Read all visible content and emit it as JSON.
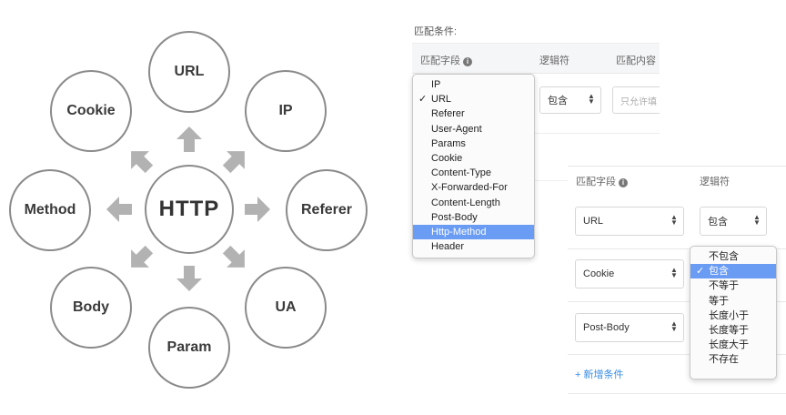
{
  "diagram": {
    "center": "HTTP",
    "nodes": [
      "URL",
      "IP",
      "Referer",
      "UA",
      "Param",
      "Body",
      "Method",
      "Cookie"
    ]
  },
  "form": {
    "title": "匹配条件:",
    "header": {
      "field": "匹配字段",
      "operator": "逻辑符",
      "content": "匹配内容"
    },
    "info_icon": "info-icon",
    "row1": {
      "operator_value": "包含",
      "content_placeholder": "只允许填"
    },
    "field_options": [
      "IP",
      "URL",
      "Referer",
      "User-Agent",
      "Params",
      "Cookie",
      "Content-Type",
      "X-Forwarded-For",
      "Content-Length",
      "Post-Body",
      "Http-Method",
      "Header"
    ],
    "field_checked": "URL",
    "field_highlighted": "Http-Method"
  },
  "form2": {
    "header": {
      "field": "匹配字段",
      "operator": "逻辑符"
    },
    "rows": [
      {
        "field": "URL",
        "operator": "包含"
      },
      {
        "field": "Cookie",
        "operator": ""
      },
      {
        "field": "Post-Body",
        "operator": ""
      }
    ],
    "operator_options": [
      "不包含",
      "包含",
      "不等于",
      "等于",
      "长度小于",
      "长度等于",
      "长度大于",
      "不存在"
    ],
    "operator_checked": "包含",
    "add_condition": "+ 新增条件"
  },
  "colors": {
    "highlight": "#6a9cf4",
    "link": "#3a8ee6",
    "arrow": "#b2b2b2",
    "circle_border": "#8a8a8a"
  }
}
